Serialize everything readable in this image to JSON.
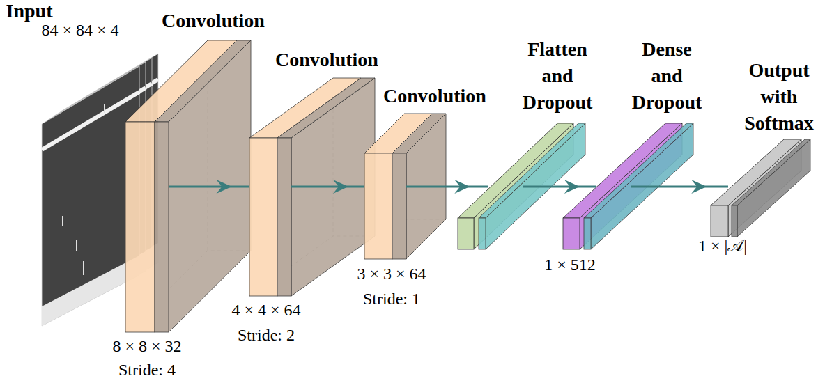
{
  "diagram": {
    "nodes": [
      {
        "text": [
          "Input",
          "84 × 84 × 4"
        ]
      },
      {
        "text": [
          "Convolution",
          "8 × 8 × 32",
          "Stride: 4"
        ]
      },
      {
        "text": [
          "Convolution",
          "4 × 4 × 64",
          "Stride: 2"
        ]
      },
      {
        "text": [
          "Convolution",
          "3 × 3 × 64",
          "Stride: 1"
        ]
      },
      {
        "text": [
          "Flatten and Dropout"
        ]
      },
      {
        "text": [
          "Dense and Dropout",
          "1 × 512"
        ]
      },
      {
        "text": [
          "Output with Softmax",
          "1 × |𝒜|"
        ]
      }
    ],
    "edges": [
      {
        "from": 1,
        "to": 2,
        "arrow": "to"
      },
      {
        "from": 2,
        "to": 3,
        "arrow": "to"
      },
      {
        "from": 3,
        "to": 4,
        "arrow": "to"
      },
      {
        "from": 4,
        "to": 5,
        "arrow": "to"
      },
      {
        "from": 5,
        "to": 6,
        "arrow": "to"
      }
    ]
  }
}
